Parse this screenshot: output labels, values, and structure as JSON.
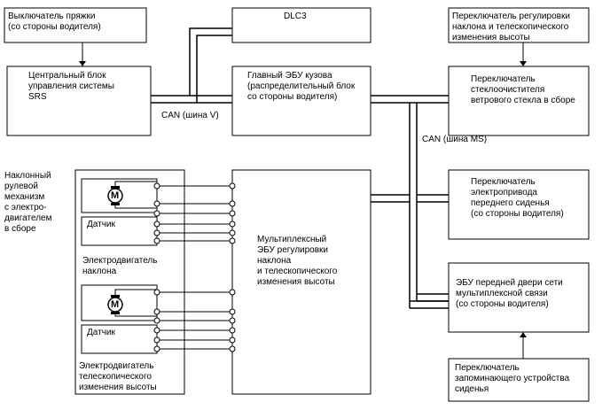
{
  "boxes": {
    "buckle_switch": "Выключатель пряжки\n(со стороны водителя)",
    "dlc3": "DLC3",
    "tilt_tele_switch": "Переключатель регулировки\nнаклона и телескопического\nизменения высоты",
    "srs_center": "Центральный блок\nуправления системы\nSRS",
    "main_body_ecu": "Главный ЭБУ кузова\n(распределительный блок\nсо стороны водителя)",
    "wiper_switch": "Переключатель\nстеклоочистителя\nветрового стекла в сборе",
    "seat_switch": "Переключатель\nэлектропривода\nпереднего сиденья\n(со стороны водителя)",
    "multiplex_ecu": "Мультиплексный\nЭБУ регулировки\nнаклона\nи телескопического\nизменения высоты",
    "door_ecu": "ЭБУ передней двери сети\nмультиплексной связи\n(со стороны водителя)",
    "memory_switch": "Переключатель\nзапоминающего устройства\nсиденья"
  },
  "labels": {
    "can_v": "CAN (шина V)",
    "can_ms": "CAN (шина MS)",
    "steering_mechanism": "Наклонный\nрулевой\nмеханизм\nс электро-\nдвигателем\nв сборе",
    "sensor_1": "Датчик",
    "sensor_2": "Датчик",
    "tilt_motor": "Электродвигатель\nнаклона",
    "tele_motor": "Электродвигатель\nтелескопического\nизменения высоты",
    "motor_symbol_1": "M",
    "motor_symbol_2": "M"
  }
}
